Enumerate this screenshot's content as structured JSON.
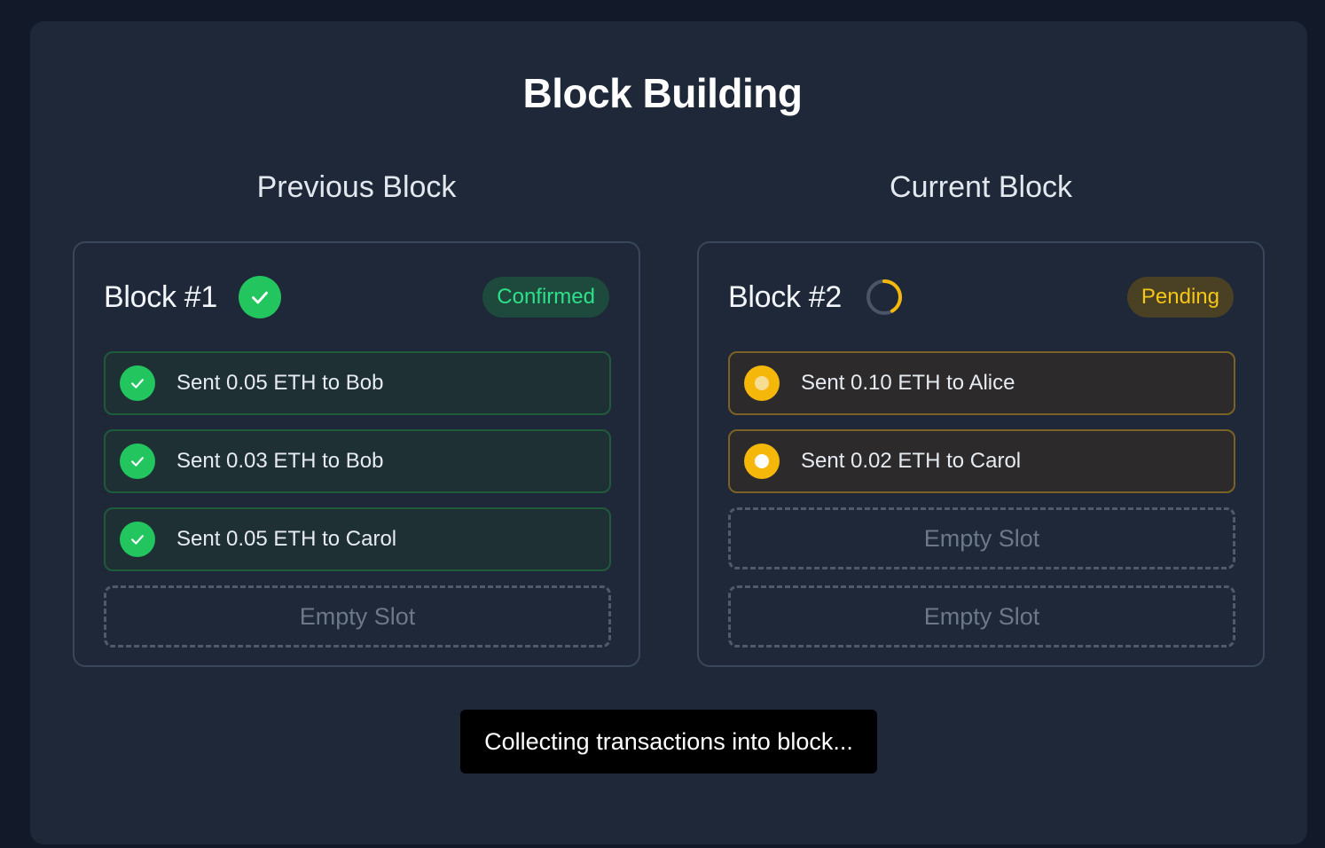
{
  "title": "Block Building",
  "previous": {
    "heading": "Previous Block",
    "block_name": "Block #1",
    "status": "Confirmed",
    "transactions": [
      "Sent 0.05 ETH to Bob",
      "Sent 0.03 ETH to Bob",
      "Sent 0.05 ETH to Carol"
    ],
    "empty_slots": [
      "Empty Slot"
    ]
  },
  "current": {
    "heading": "Current Block",
    "block_name": "Block #2",
    "status": "Pending",
    "transactions": [
      "Sent 0.10 ETH to Alice",
      "Sent 0.02 ETH to Carol"
    ],
    "empty_slots": [
      "Empty Slot",
      "Empty Slot"
    ]
  },
  "status_message": "Collecting transactions into block...",
  "colors": {
    "confirmed": "#22c55e",
    "pending": "#f5b70a",
    "background": "#1e2838"
  },
  "icons": {
    "confirmed": "check-icon",
    "pending": "spinner-icon"
  }
}
